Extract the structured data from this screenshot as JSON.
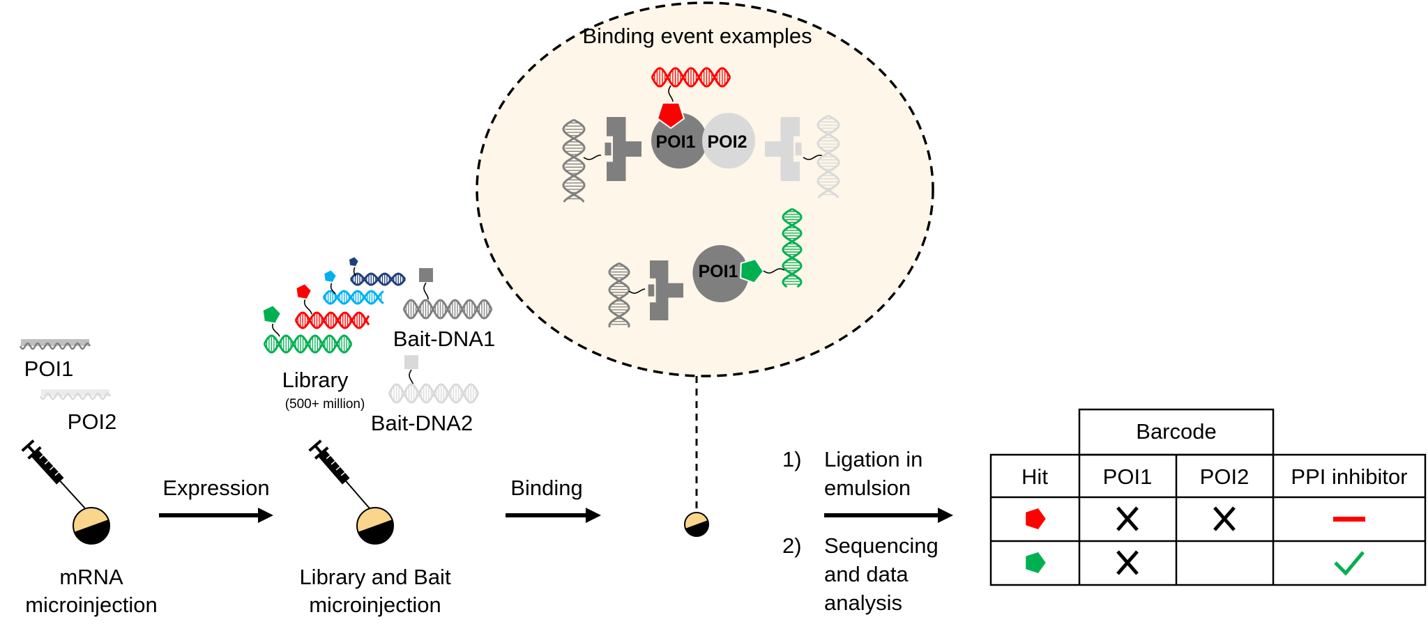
{
  "colors": {
    "bubble_fill": "#fdf6e9",
    "red": "#ff0000",
    "green": "#00b050",
    "light_blue": "#00b0f0",
    "navy": "#1f3f7a",
    "dark_grey": "#7f7f7f",
    "light_grey": "#d9d9d9",
    "droplet": "#fad58c"
  },
  "bubble": {
    "title": "Binding event examples",
    "complex1": {
      "poi1": "POI1",
      "poi2": "POI2"
    },
    "complex2": {
      "poi1": "POI1"
    }
  },
  "step1": {
    "poi1_label": "POI1",
    "poi2_label": "POI2",
    "caption_line1": "mRNA",
    "caption_line2": "microinjection",
    "icon": "syringe-icon"
  },
  "arrow1_label": "Expression",
  "step2": {
    "library_label": "Library",
    "library_size": "(500+ million)",
    "bait1_label": "Bait-DNA1",
    "bait2_label": "Bait-DNA2",
    "caption_line1": "Library and Bait",
    "caption_line2": "microinjection",
    "icon": "syringe-icon"
  },
  "arrow2_label": "Binding",
  "step3": {
    "n1": "1)",
    "line1a": "Ligation in",
    "line1b": "emulsion",
    "n2": "2)",
    "line2a": "Sequencing",
    "line2b": "and data",
    "line2c": "analysis"
  },
  "table": {
    "group_header": "Barcode",
    "headers": [
      "Hit",
      "POI1",
      "POI2",
      "PPI inhibitor"
    ],
    "rows": [
      {
        "hit": "red-pentagon",
        "poi1": "x-mark",
        "poi2": "x-mark",
        "ppi_inhibitor": "minus-red"
      },
      {
        "hit": "green-pentagon",
        "poi1": "x-mark",
        "poi2": "",
        "ppi_inhibitor": "check-green"
      }
    ]
  }
}
